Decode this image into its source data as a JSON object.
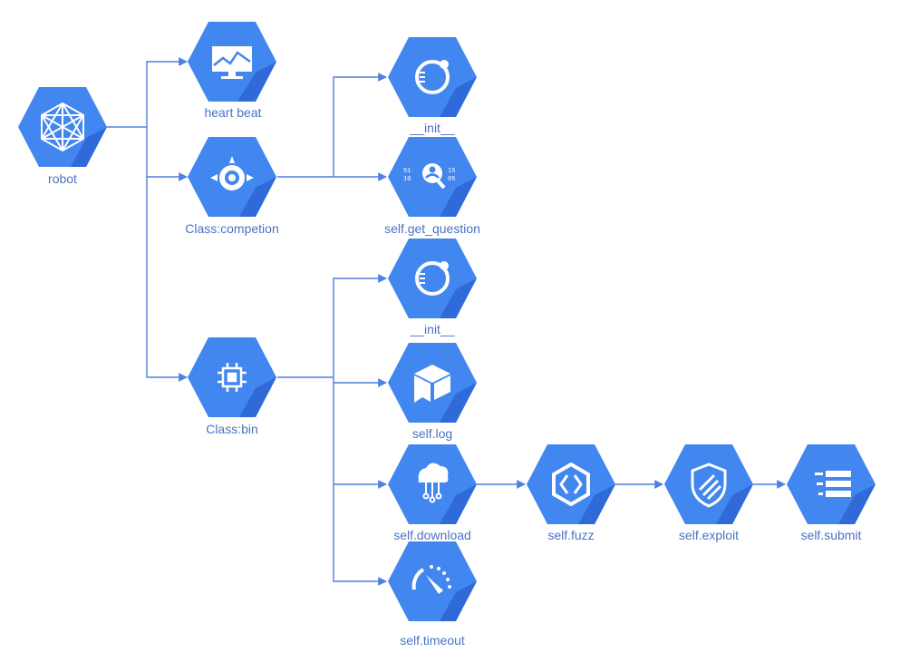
{
  "colors": {
    "hex": "#4286f0",
    "hex_shadow": "#2f6ad8",
    "edge": "#4f7fe0",
    "label": "#4a72c4"
  },
  "nodes": {
    "robot": {
      "label": "robot",
      "icon": "network-mesh-icon"
    },
    "heartbeat": {
      "label": "heart beat",
      "icon": "monitor-pulse-icon"
    },
    "competion": {
      "label": "Class:competion",
      "icon": "target-icon"
    },
    "init1": {
      "label": "__init__",
      "icon": "gauge-dial-icon"
    },
    "get_question": {
      "label": "self.get_question",
      "icon": "binary-search-user-icon"
    },
    "bin": {
      "label": "Class:bin",
      "icon": "cpu-chip-icon"
    },
    "init2": {
      "label": "__init__",
      "icon": "gauge-dial-icon"
    },
    "log": {
      "label": "self.log",
      "icon": "message-box-icon"
    },
    "download": {
      "label": "self.download",
      "icon": "cloud-circuit-icon"
    },
    "timeout": {
      "label": "self.timeout",
      "icon": "speedometer-icon"
    },
    "fuzz": {
      "label": "self.fuzz",
      "icon": "hexagon-brackets-icon"
    },
    "exploit": {
      "label": "self.exploit",
      "icon": "shield-stripes-icon"
    },
    "submit": {
      "label": "self.submit",
      "icon": "server-list-icon"
    }
  }
}
